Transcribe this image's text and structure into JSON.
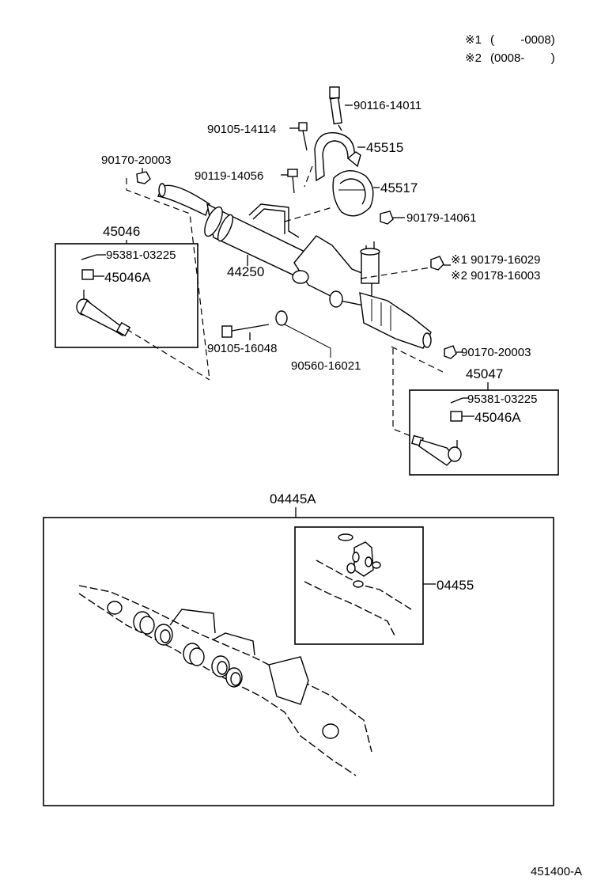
{
  "legend": {
    "note1": {
      "mark": "※1",
      "range": "(        -0008)"
    },
    "note2": {
      "mark": "※2",
      "range": "(0008-        )"
    }
  },
  "parts": {
    "p_90116_14011": "90116-14011",
    "p_90105_14114": "90105-14114",
    "p_45515": "45515",
    "p_90170_20003_top": "90170-20003",
    "p_90119_14056": "90119-14056",
    "p_45517": "45517",
    "p_90179_14061": "90179-14061",
    "p_45046": "45046",
    "p_95381_03225_left": "95381-03225",
    "p_45046A_left": "45046A",
    "p_44250": "44250",
    "p_90179_16029": "※1 90179-16029",
    "p_90178_16003": "※2 90178-16003",
    "p_90105_16048": "90105-16048",
    "p_90560_16021": "90560-16021",
    "p_90170_20003_right": "90170-20003",
    "p_45047": "45047",
    "p_95381_03225_right": "95381-03225",
    "p_45046A_right": "45046A",
    "p_04445A": "04445A",
    "p_04455": "04455"
  },
  "footer": {
    "code": "451400-A"
  }
}
